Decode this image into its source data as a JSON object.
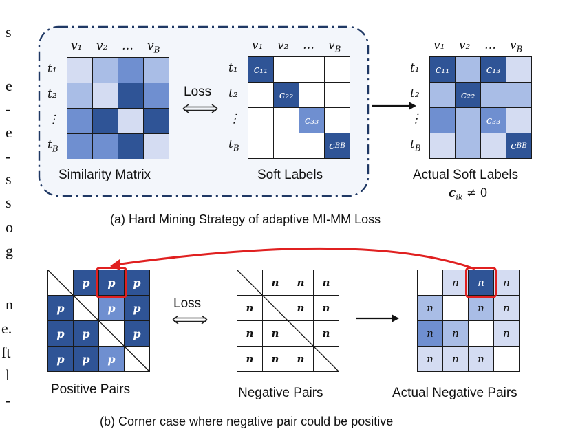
{
  "left_text": [
    "s",
    "e",
    "-",
    "e",
    "-",
    "s",
    "s",
    "o",
    "g",
    "n",
    "e.",
    "ft",
    "l",
    "-"
  ],
  "panel_a": {
    "col_headers": [
      "v₁",
      "v₂",
      "…",
      "v_B"
    ],
    "row_headers": [
      "t₁",
      "t₂",
      "⋮",
      "t_B"
    ],
    "loss_label": "Loss",
    "similarity_label": "Similarity Matrix",
    "soft_labels_label": "Soft Labels",
    "actual_soft_labels_label": "Actual Soft Labels",
    "cik_note": "c_ik ≠ 0",
    "caption": "(a) Hard Mining Strategy of adaptive MI-MM Loss",
    "soft_cells": [
      "c₁₁",
      "c₂₂",
      "c₃₃",
      "c_BB"
    ],
    "actual_cells": [
      "c₁₁",
      "c₁₃",
      "c₂₂",
      "c₃₃",
      "c_BB"
    ]
  },
  "panel_b": {
    "loss_label": "Loss",
    "positive_label": "Positive Pairs",
    "negative_label": "Negative Pairs",
    "actual_negative_label": "Actual Negative Pairs",
    "p": "p",
    "n": "n",
    "caption": "(b) Corner case where negative pair could be positive"
  },
  "colors": {
    "dark_blue": "#2f5496",
    "mid_blue": "#6f8fd0",
    "light_blue": "#a9bde6",
    "pale_blue": "#d4dcf2",
    "panel_bg": "#f3f6fb",
    "highlight_red": "#e02020"
  }
}
